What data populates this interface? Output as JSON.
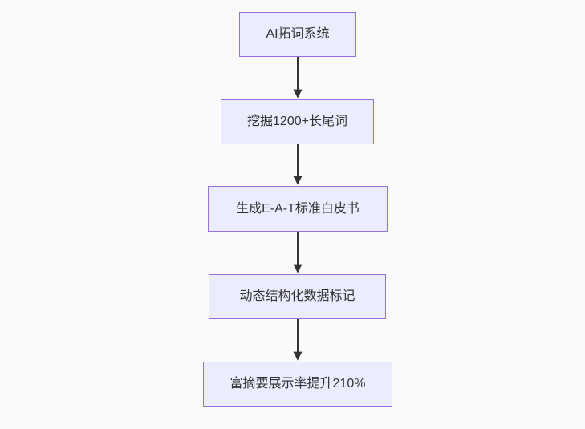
{
  "flowchart": {
    "type": "vertical-flowchart",
    "nodes": [
      {
        "label": "AI拓词系统"
      },
      {
        "label": "挖掘1200+长尾词"
      },
      {
        "label": "生成E-A-T标准白皮书"
      },
      {
        "label": "动态结构化数据标记"
      },
      {
        "label": "富摘要展示率提升210%"
      }
    ],
    "edges": [
      {
        "from": "AI拓词系统",
        "to": "挖掘1200+长尾词",
        "style": "arrow-down"
      },
      {
        "from": "挖掘1200+长尾词",
        "to": "生成E-A-T标准白皮书",
        "style": "arrow-down"
      },
      {
        "from": "生成E-A-T标准白皮书",
        "to": "动态结构化数据标记",
        "style": "arrow-down"
      },
      {
        "from": "动态结构化数据标记",
        "to": "富摘要展示率提升210%",
        "style": "arrow-down"
      }
    ],
    "colors": {
      "node_fill": "#ECECFF",
      "node_border": "#9370DB",
      "edge": "#333333",
      "text": "#333333",
      "background": "#fafafa"
    }
  }
}
